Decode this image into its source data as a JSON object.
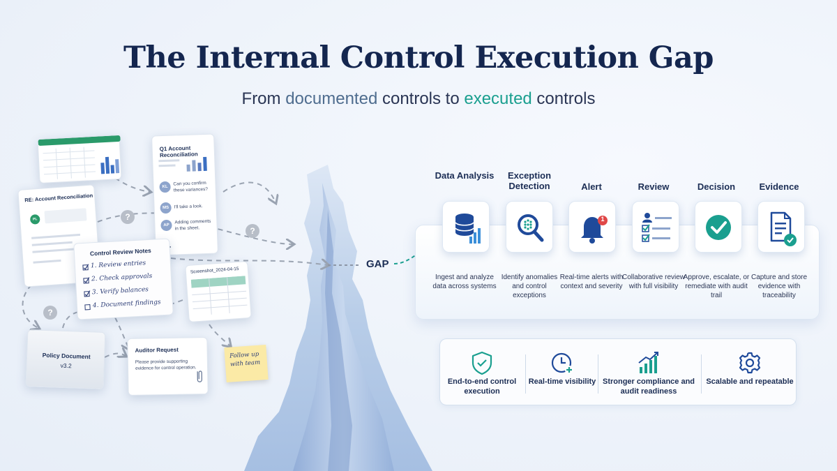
{
  "title": "The Internal Control Execution Gap",
  "subtitle": {
    "prefix": "From ",
    "word1": "documented",
    "middle": " controls to ",
    "word2": "executed",
    "suffix": " controls"
  },
  "colors": {
    "navy": "#14264f",
    "teal": "#1a9f8f",
    "slate": "#4f6d8f",
    "alert_red": "#e04848"
  },
  "left_collage": {
    "chat_card": {
      "title": "Q1 Account Reconciliation",
      "messages": [
        {
          "initials": "KL",
          "text": "Can you confirm these variances?"
        },
        {
          "initials": "MS",
          "text": "I'll take a look."
        },
        {
          "initials": "AP",
          "text": "Adding comments in the sheet."
        }
      ],
      "more": "..."
    },
    "email_card": {
      "title": "RE: Account Reconciliation",
      "initials": "PL"
    },
    "notes_card": {
      "title": "Control Review Notes",
      "items": [
        "1. Review entries",
        "2. Check approvals",
        "3. Verify balances",
        "4. Document findings"
      ]
    },
    "screenshot_card": {
      "title": "Screenshot_2024-04-15"
    },
    "policy_card": {
      "title": "Policy Document",
      "version": "v3.2"
    },
    "auditor_card": {
      "title": "Auditor Request",
      "text": "Please provide supporting evidence for control operation."
    },
    "sticky_note": {
      "text": "Follow up with team"
    },
    "question_mark": "?"
  },
  "gap_label": "GAP",
  "workflow": {
    "steps": [
      {
        "label": "Data Analysis",
        "icon": "database-chart-icon",
        "desc": "Ingest and analyze data across systems"
      },
      {
        "label": "Exception Detection",
        "icon": "magnifier-icon",
        "desc": "Identify anomalies and control exceptions"
      },
      {
        "label": "Alert",
        "icon": "bell-icon",
        "badge": "1",
        "desc": "Real-time alerts with context and severity"
      },
      {
        "label": "Review",
        "icon": "checklist-icon",
        "desc": "Collaborative review with full visibility"
      },
      {
        "label": "Decision",
        "icon": "check-circle-icon",
        "desc": "Approve, escalate, or remediate with audit trail"
      },
      {
        "label": "Evidence",
        "icon": "document-check-icon",
        "desc": "Capture and store evidence with traceability"
      }
    ]
  },
  "benefits": [
    {
      "label": "End-to-end control execution",
      "icon": "shield-check-icon"
    },
    {
      "label": "Real-time visibility",
      "icon": "clock-plus-icon"
    },
    {
      "label": "Stronger compliance and audit readiness",
      "icon": "growth-chart-icon"
    },
    {
      "label": "Scalable and repeatable",
      "icon": "gear-icon"
    }
  ]
}
